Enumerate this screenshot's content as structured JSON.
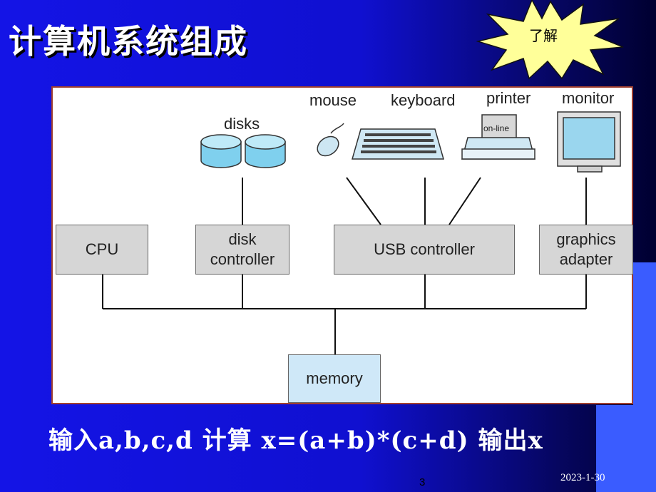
{
  "slide": {
    "title": "计算机系统组成",
    "badge": "了解",
    "bottom_text": "输入a,b,c,d   计算 x=(a+b)*(c+d)   输出x",
    "page_number": "3",
    "date": "2023-1-30"
  },
  "diagram": {
    "devices": {
      "disks": "disks",
      "mouse": "mouse",
      "keyboard": "keyboard",
      "printer": "printer",
      "printer_status": "on-line",
      "monitor": "monitor"
    },
    "components": {
      "cpu": "CPU",
      "disk_controller_1": "disk",
      "disk_controller_2": "controller",
      "usb_controller": "USB controller",
      "graphics_1": "graphics",
      "graphics_2": "adapter",
      "memory": "memory"
    }
  }
}
